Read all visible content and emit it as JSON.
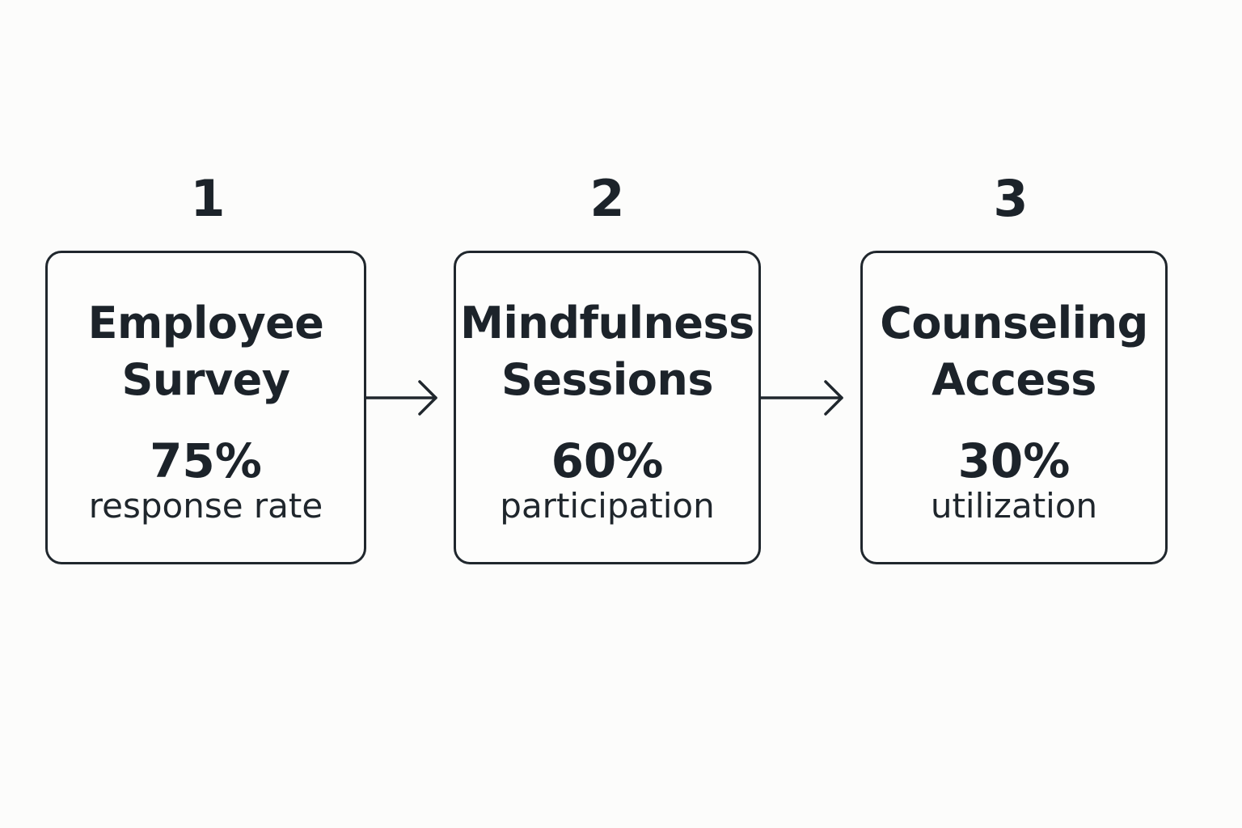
{
  "steps": [
    {
      "number": "1",
      "title": "Employee\nSurvey",
      "value": "75%",
      "caption": "response rate"
    },
    {
      "number": "2",
      "title": "Mindfulness\nSessions",
      "value": "60%",
      "caption": "participation"
    },
    {
      "number": "3",
      "title": "Counseling\nAccess",
      "value": "30%",
      "caption": "utilization"
    }
  ],
  "colors": {
    "background": "#fcfcfb",
    "ink": "#1f262c"
  },
  "icons": {
    "connector": "arrow-right-icon"
  }
}
